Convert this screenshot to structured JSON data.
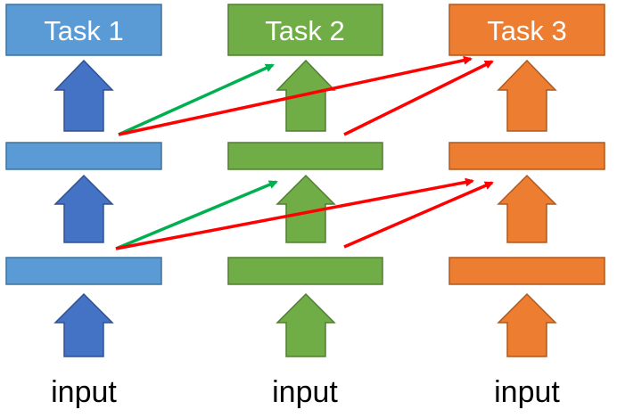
{
  "columns": [
    {
      "task_label": "Task 1",
      "input_label": "input",
      "fill": "#5B9BD5",
      "stroke": "#41719C",
      "arrow_fill": "#4472C4",
      "arrow_stroke": "#2F528F"
    },
    {
      "task_label": "Task 2",
      "input_label": "input",
      "fill": "#70AD47",
      "stroke": "#507E32",
      "arrow_fill": "#70AD47",
      "arrow_stroke": "#507E32"
    },
    {
      "task_label": "Task 3",
      "input_label": "input",
      "fill": "#ED7D31",
      "stroke": "#AE5A21",
      "arrow_fill": "#ED7D31",
      "arrow_stroke": "#AE5A21"
    }
  ],
  "connection_colors": {
    "to_task2": "#00B050",
    "to_task3": "#FF0000"
  }
}
